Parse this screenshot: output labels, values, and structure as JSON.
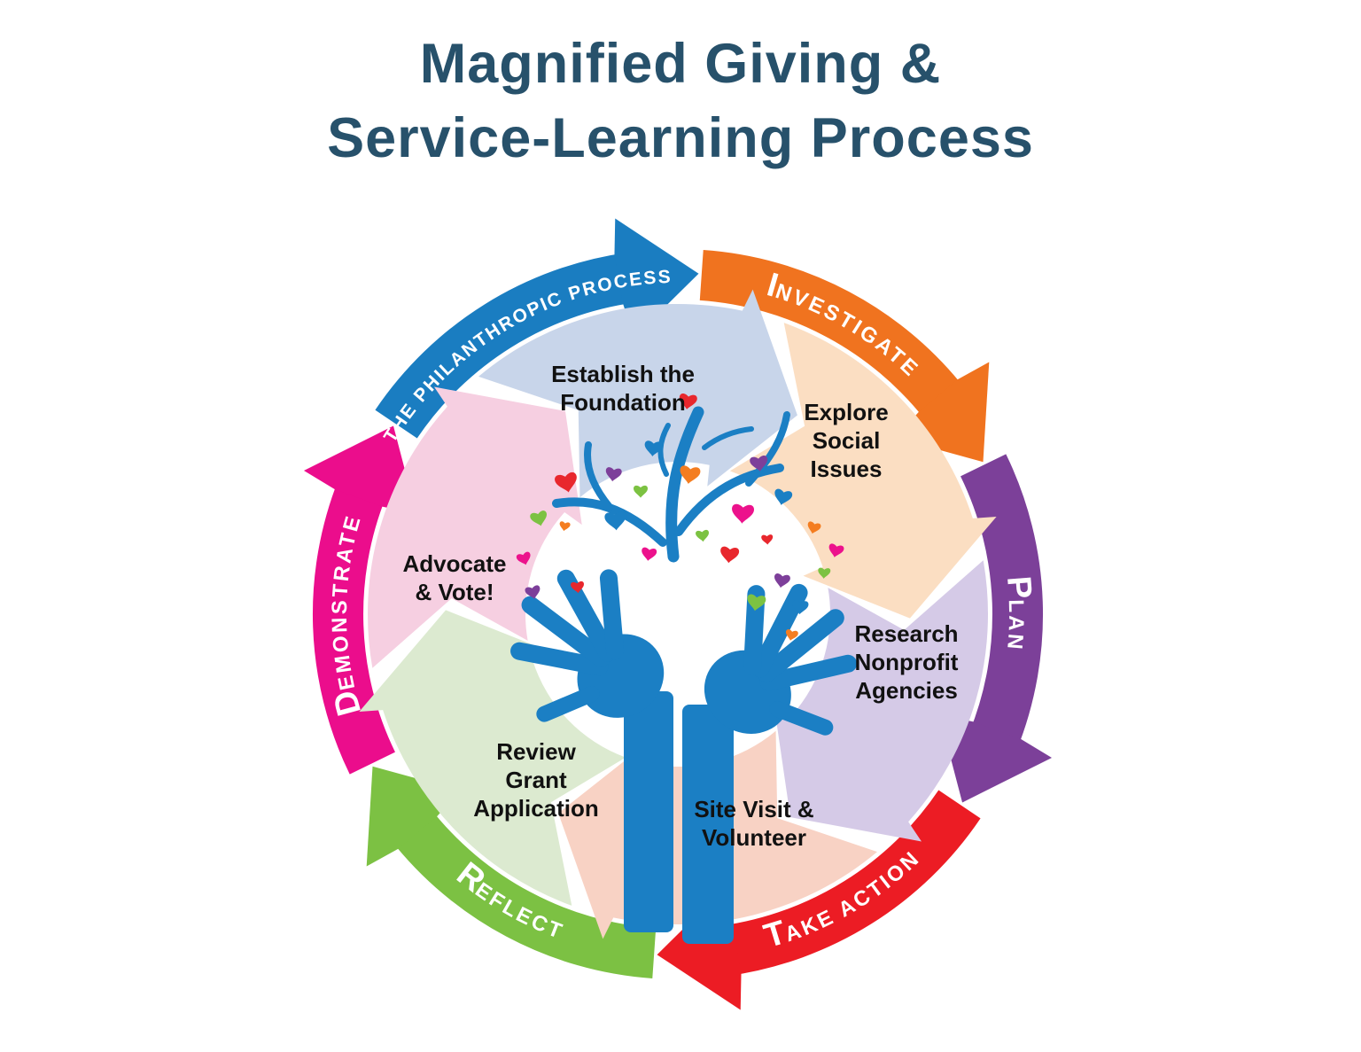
{
  "title": {
    "line1": "Magnified Giving &",
    "line2": "Service-Learning Process"
  },
  "ring": {
    "process": {
      "label": "THE PHILANTHROPIC PROCESS",
      "color": "#1a7dc1"
    },
    "investigate": {
      "initial": "I",
      "rest": "NVESTIGATE",
      "color": "#f0731f"
    },
    "plan": {
      "initial": "P",
      "rest": "LAN",
      "color": "#7c4099"
    },
    "take_action": {
      "initial": "T",
      "rest": "AKE ACTION",
      "color": "#ec1c24"
    },
    "reflect": {
      "initial": "R",
      "rest": "EFLECT",
      "color": "#7cc143"
    },
    "demonstrate": {
      "initial": "D",
      "rest": "EMONSTRATE",
      "color": "#eb0d8c"
    }
  },
  "steps": {
    "establish": {
      "label": "Establish the\nFoundation",
      "color": "#c8d5ea"
    },
    "explore": {
      "label": "Explore\nSocial\nIssues",
      "color": "#fbdec2"
    },
    "research": {
      "label": "Research\nNonprofit\nAgencies",
      "color": "#d5cae7"
    },
    "site_visit": {
      "label": "Site Visit &\nVolunteer",
      "color": "#f8d2c4"
    },
    "review": {
      "label": "Review\nGrant\nApplication",
      "color": "#dcead0"
    },
    "advocate": {
      "label": "Advocate\n& Vote!",
      "color": "#f6cfe1"
    }
  },
  "logo": {
    "hand_color": "#1b7fc4",
    "branch_color": "#1b7fc4",
    "center_color": "#ffffff",
    "heart_colors": {
      "red": "#e8272d",
      "blue": "#1b7fc4",
      "green": "#7cc242",
      "purple": "#7d3f9a",
      "magenta": "#ec128c",
      "orange": "#f47d20"
    }
  },
  "title_color": "#27516b",
  "step_text_color": "#111111"
}
